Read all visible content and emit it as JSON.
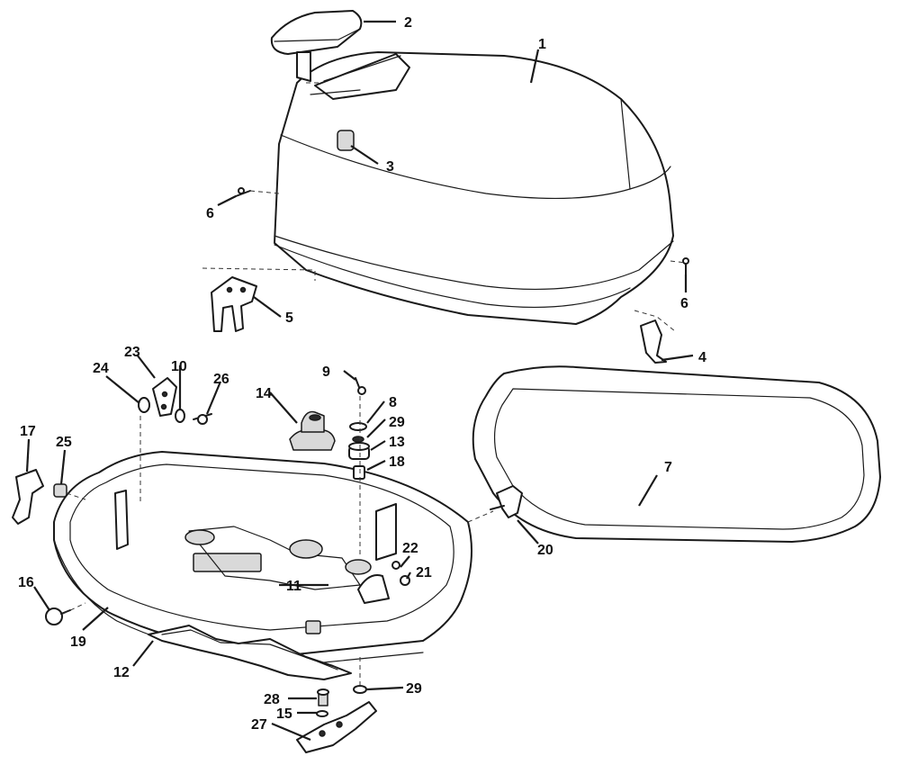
{
  "callouts": {
    "c1": "1",
    "c2": "2",
    "c3": "3",
    "c4": "4",
    "c5": "5",
    "c6a": "6",
    "c6b": "6",
    "c7": "7",
    "c8": "8",
    "c9": "9",
    "c10": "10",
    "c11": "11",
    "c12": "12",
    "c13": "13",
    "c14": "14",
    "c15": "15",
    "c16": "16",
    "c17": "17",
    "c18": "18",
    "c19": "19",
    "c20": "20",
    "c21": "21",
    "c22": "22",
    "c23": "23",
    "c24": "24",
    "c25": "25",
    "c26": "26",
    "c27": "27",
    "c28": "28",
    "c29a": "29",
    "c29b": "29"
  }
}
